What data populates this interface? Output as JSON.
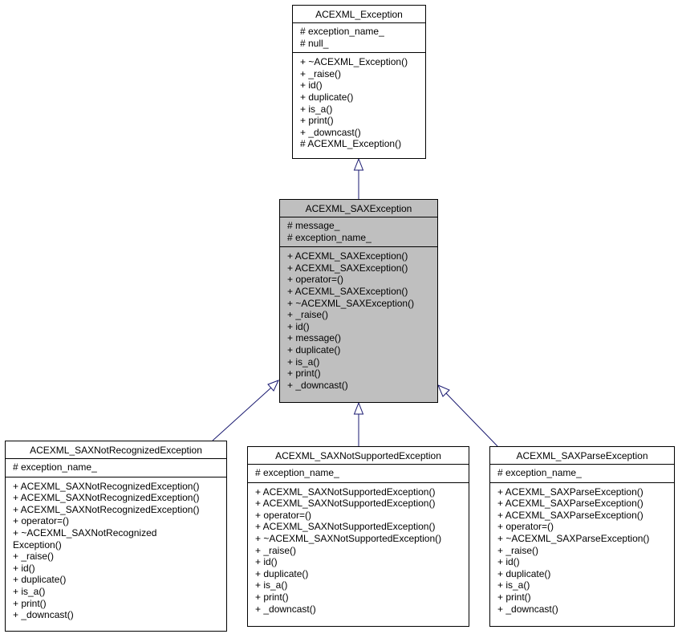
{
  "classes": {
    "root": {
      "name": "ACEXML_Exception",
      "attributes": [
        "# exception_name_",
        "# null_"
      ],
      "operations": [
        "+ ~ACEXML_Exception()",
        "+ _raise()",
        "+ id()",
        "+ duplicate()",
        "+ is_a()",
        "+ print()",
        "+ _downcast()",
        "# ACEXML_Exception()"
      ]
    },
    "sax": {
      "name": "ACEXML_SAXException",
      "attributes": [
        "# message_",
        "# exception_name_"
      ],
      "operations": [
        "+ ACEXML_SAXException()",
        "+ ACEXML_SAXException()",
        "+ operator=()",
        "+ ACEXML_SAXException()",
        "+ ~ACEXML_SAXException()",
        "+ _raise()",
        "+ id()",
        "+ message()",
        "+ duplicate()",
        "+ is_a()",
        "+ print()",
        "+ _downcast()"
      ]
    },
    "notrec": {
      "name": "ACEXML_SAXNotRecognizedException",
      "attributes": [
        "# exception_name_"
      ],
      "operations": [
        "+ ACEXML_SAXNotRecognizedException()",
        "+ ACEXML_SAXNotRecognizedException()",
        "+ ACEXML_SAXNotRecognizedException()",
        "+ operator=()",
        "+ ~ACEXML_SAXNotRecognized",
        "Exception()",
        "+ _raise()",
        "+ id()",
        "+ duplicate()",
        "+ is_a()",
        "+ print()",
        "+ _downcast()"
      ]
    },
    "notsup": {
      "name": "ACEXML_SAXNotSupportedException",
      "attributes": [
        "# exception_name_"
      ],
      "operations": [
        "+ ACEXML_SAXNotSupportedException()",
        "+ ACEXML_SAXNotSupportedException()",
        "+ operator=()",
        "+ ACEXML_SAXNotSupportedException()",
        "+ ~ACEXML_SAXNotSupportedException()",
        "+ _raise()",
        "+ id()",
        "+ duplicate()",
        "+ is_a()",
        "+ print()",
        "+ _downcast()"
      ]
    },
    "parse": {
      "name": "ACEXML_SAXParseException",
      "attributes": [
        "# exception_name_"
      ],
      "operations": [
        "+ ACEXML_SAXParseException()",
        "+ ACEXML_SAXParseException()",
        "+ ACEXML_SAXParseException()",
        "+ operator=()",
        "+ ~ACEXML_SAXParseException()",
        "+ _raise()",
        "+ id()",
        "+ duplicate()",
        "+ is_a()",
        "+ print()",
        "+ _downcast()"
      ]
    }
  },
  "colors": {
    "edge": "#191970",
    "highlight": "#bfbfbf",
    "border": "#000000"
  }
}
